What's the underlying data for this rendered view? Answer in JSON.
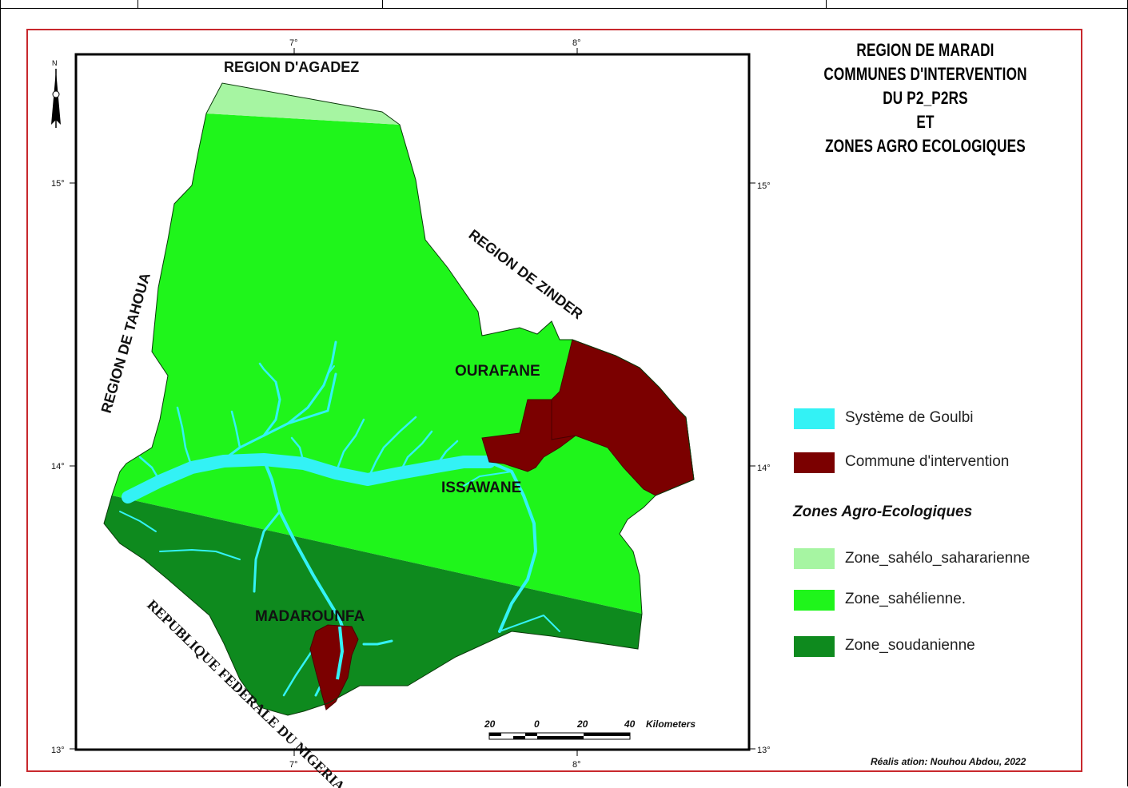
{
  "title_lines": [
    "REGION DE MARADI",
    "COMMUNES D'INTERVENTION",
    "DU P2_P2RS",
    "ET",
    "ZONES AGRO ECOLOGIQUES"
  ],
  "map_labels": {
    "agadez": "REGION D'AGADEZ",
    "tahoua": "REGION DE TAHOUA",
    "zinder": "REGION DE ZINDER",
    "nigeria": "REPUBLIQUE FEDERALE DU NIGERIA",
    "ourafane": "OURAFANE",
    "issawane": "ISSAWANE",
    "madarounfa": "MADAROUNFA"
  },
  "graticule": {
    "lon_top_left": "7°",
    "lon_top_right": "8°",
    "lon_bottom_left": "7°",
    "lon_bottom_right": "8°",
    "lat_15_left": "15°",
    "lat_15_right": "15°",
    "lat_14_left": "14°",
    "lat_14_right": "14°",
    "lat_13_left": "13°",
    "lat_13_right": "13°"
  },
  "north_arrow": {
    "label": "N"
  },
  "scale_bar": {
    "ticks": [
      "20",
      "0",
      "20",
      "40"
    ],
    "unit": "Kilometers"
  },
  "legend": {
    "items": [
      {
        "label": "Système de Goulbi",
        "color": "#33f2f5"
      },
      {
        "label": "Commune d'intervention",
        "color": "#7b0000"
      }
    ],
    "heading": "Zones Agro-Ecologiques",
    "zones": [
      {
        "label": "Zone_sahélo_sahararienne",
        "color": "#a6f5a2"
      },
      {
        "label": "Zone_sahélienne.",
        "color": "#1ff51b"
      },
      {
        "label": "Zone_soudanienne",
        "color": "#0e8a1e"
      }
    ]
  },
  "credit": "Réalis ation: Nouhou Abdou, 2022"
}
